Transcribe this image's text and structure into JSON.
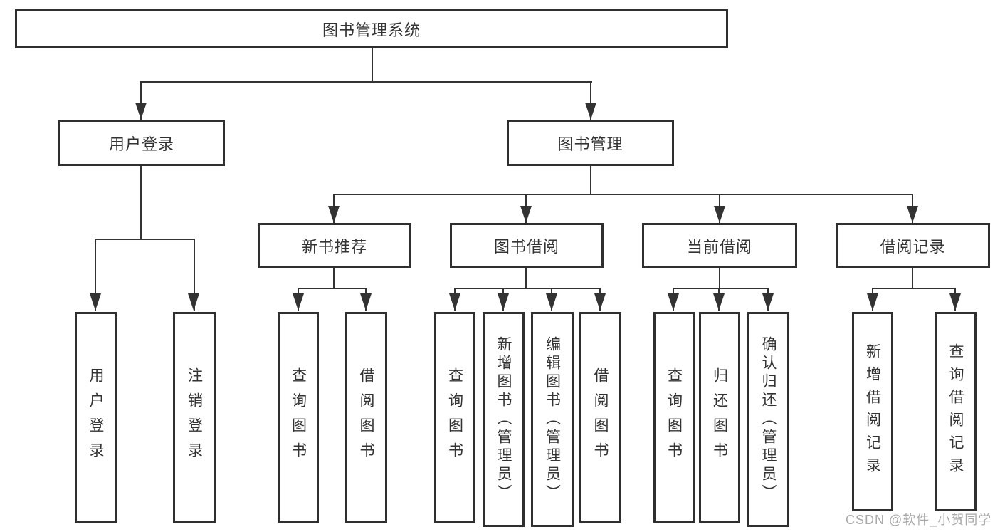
{
  "diagram": {
    "root": {
      "label": "图书管理系统"
    },
    "branches": [
      {
        "label": "用户登录",
        "children": [
          {
            "label": "用户登录"
          },
          {
            "label": "注销登录"
          }
        ]
      },
      {
        "label": "图书管理",
        "children": [
          {
            "label": "新书推荐",
            "children": [
              {
                "label": "查询图书"
              },
              {
                "label": "借阅图书"
              }
            ]
          },
          {
            "label": "图书借阅",
            "children": [
              {
                "label": "查询图书"
              },
              {
                "label": "新增图书（管理员）"
              },
              {
                "label": "编辑图书（管理员）"
              },
              {
                "label": "借阅图书"
              }
            ]
          },
          {
            "label": "当前借阅",
            "children": [
              {
                "label": "查询图书"
              },
              {
                "label": "归还图书"
              },
              {
                "label": "确认归还（管理员）"
              }
            ]
          },
          {
            "label": "借阅记录",
            "children": [
              {
                "label": "新增借阅记录"
              },
              {
                "label": "查询借阅记录"
              }
            ]
          }
        ]
      }
    ]
  },
  "watermark": {
    "text": "CSDN @软件_小贺同学"
  },
  "colors": {
    "border": "#2f2f2f",
    "line": "#333333",
    "text": "#333333",
    "watermark": "#a8a8a8",
    "bg": "#ffffff"
  }
}
